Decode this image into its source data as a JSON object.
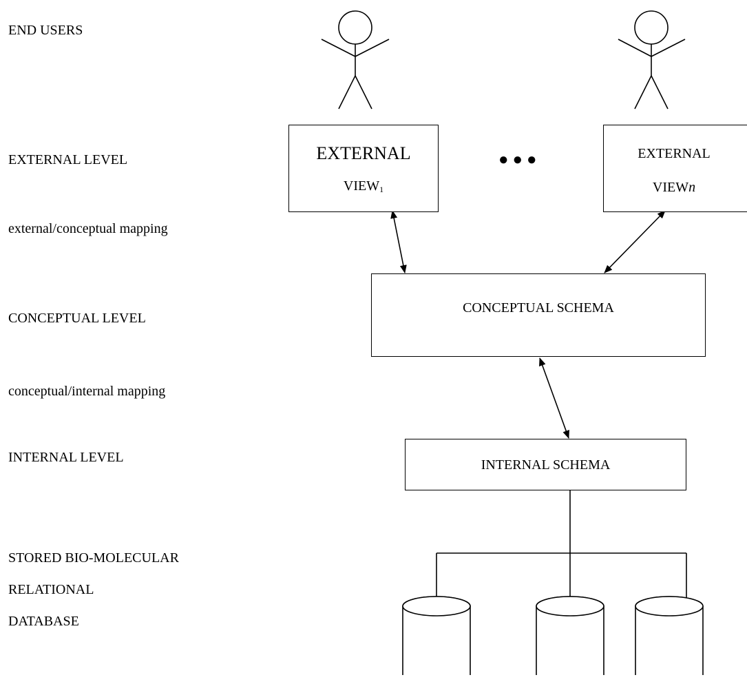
{
  "levels": {
    "end_users": "END USERS",
    "external_level": "EXTERNAL LEVEL",
    "external_conceptual_mapping": "external/conceptual mapping",
    "conceptual_level": "CONCEPTUAL LEVEL",
    "conceptual_internal_mapping": "conceptual/internal mapping",
    "internal_level": "INTERNAL LEVEL",
    "stored_db_line1": "STORED BIO-MOLECULAR",
    "stored_db_line2": "RELATIONAL",
    "stored_db_line3": "DATABASE"
  },
  "external_view_1": {
    "title": "EXTERNAL",
    "label": "VIEW",
    "subscript": "1"
  },
  "external_view_n": {
    "title": "EXTERNAL",
    "label": "VIEW",
    "suffix": "n"
  },
  "conceptual_schema": "CONCEPTUAL SCHEMA",
  "internal_schema": "INTERNAL SCHEMA",
  "ellipsis": "●●●"
}
